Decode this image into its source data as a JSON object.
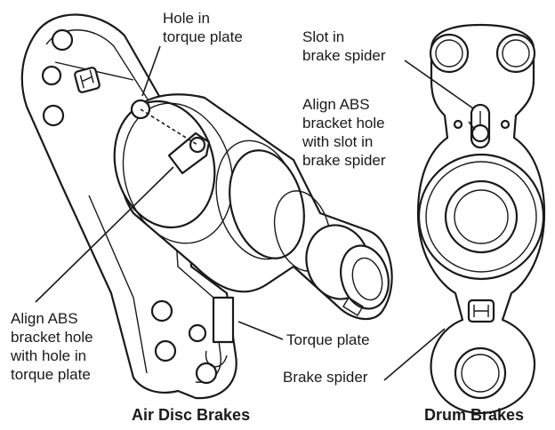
{
  "labels": {
    "hole_in_torque_plate": "Hole in\ntorque plate",
    "slot_in_brake_spider": "Slot in\nbrake spider",
    "align_drum": "Align ABS\nbracket hole\nwith slot in\nbrake spider",
    "align_disc": "Align ABS\nbracket hole\nwith hole in\ntorque plate",
    "torque_plate": "Torque plate",
    "brake_spider": "Brake spider"
  },
  "captions": {
    "air_disc": "Air Disc Brakes",
    "drum": "Drum Brakes"
  }
}
